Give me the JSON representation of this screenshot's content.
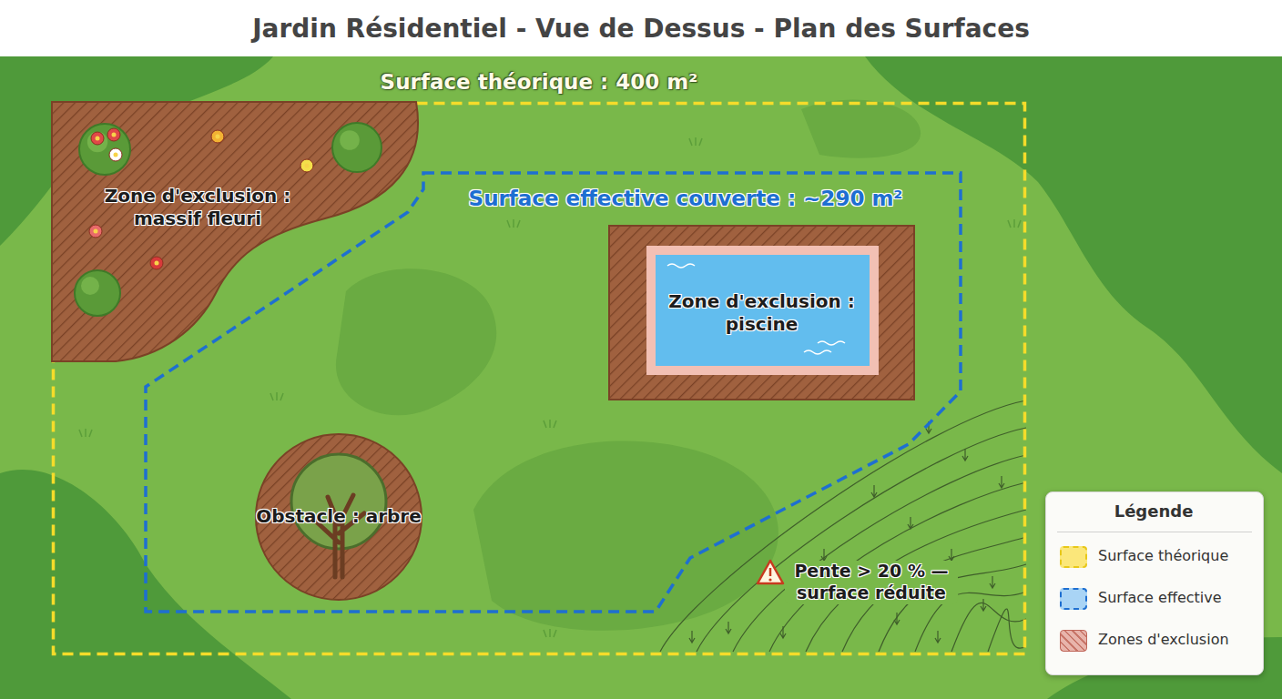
{
  "diagram": {
    "title": "Jardin Résidentiel - Vue de Dessus - Plan des Surfaces",
    "nodes": [
      {
        "text": [
          "Surface théorique : 400 m²"
        ]
      },
      {
        "text": [
          "Zone d'exclusion : massif fleuri"
        ],
        "in": 0
      },
      {
        "text": [
          "Surface effective couverte : ~290 m²"
        ],
        "in": 0
      },
      {
        "text": [
          "Zone d'exclusion : piscine"
        ],
        "in": 2
      },
      {
        "text": [
          "Obstacle : arbre"
        ],
        "in": 2
      }
    ],
    "labels": [
      "Pente > 20 % — surface réduite",
      "Légende"
    ],
    "legend": [
      {
        "text": "Surface théorique",
        "color": "#fbe77a"
      },
      {
        "text": "Surface effective",
        "color": "#a9d4f5"
      },
      {
        "text": "Zones d'exclusion",
        "color": "#e8b4ab"
      }
    ]
  }
}
